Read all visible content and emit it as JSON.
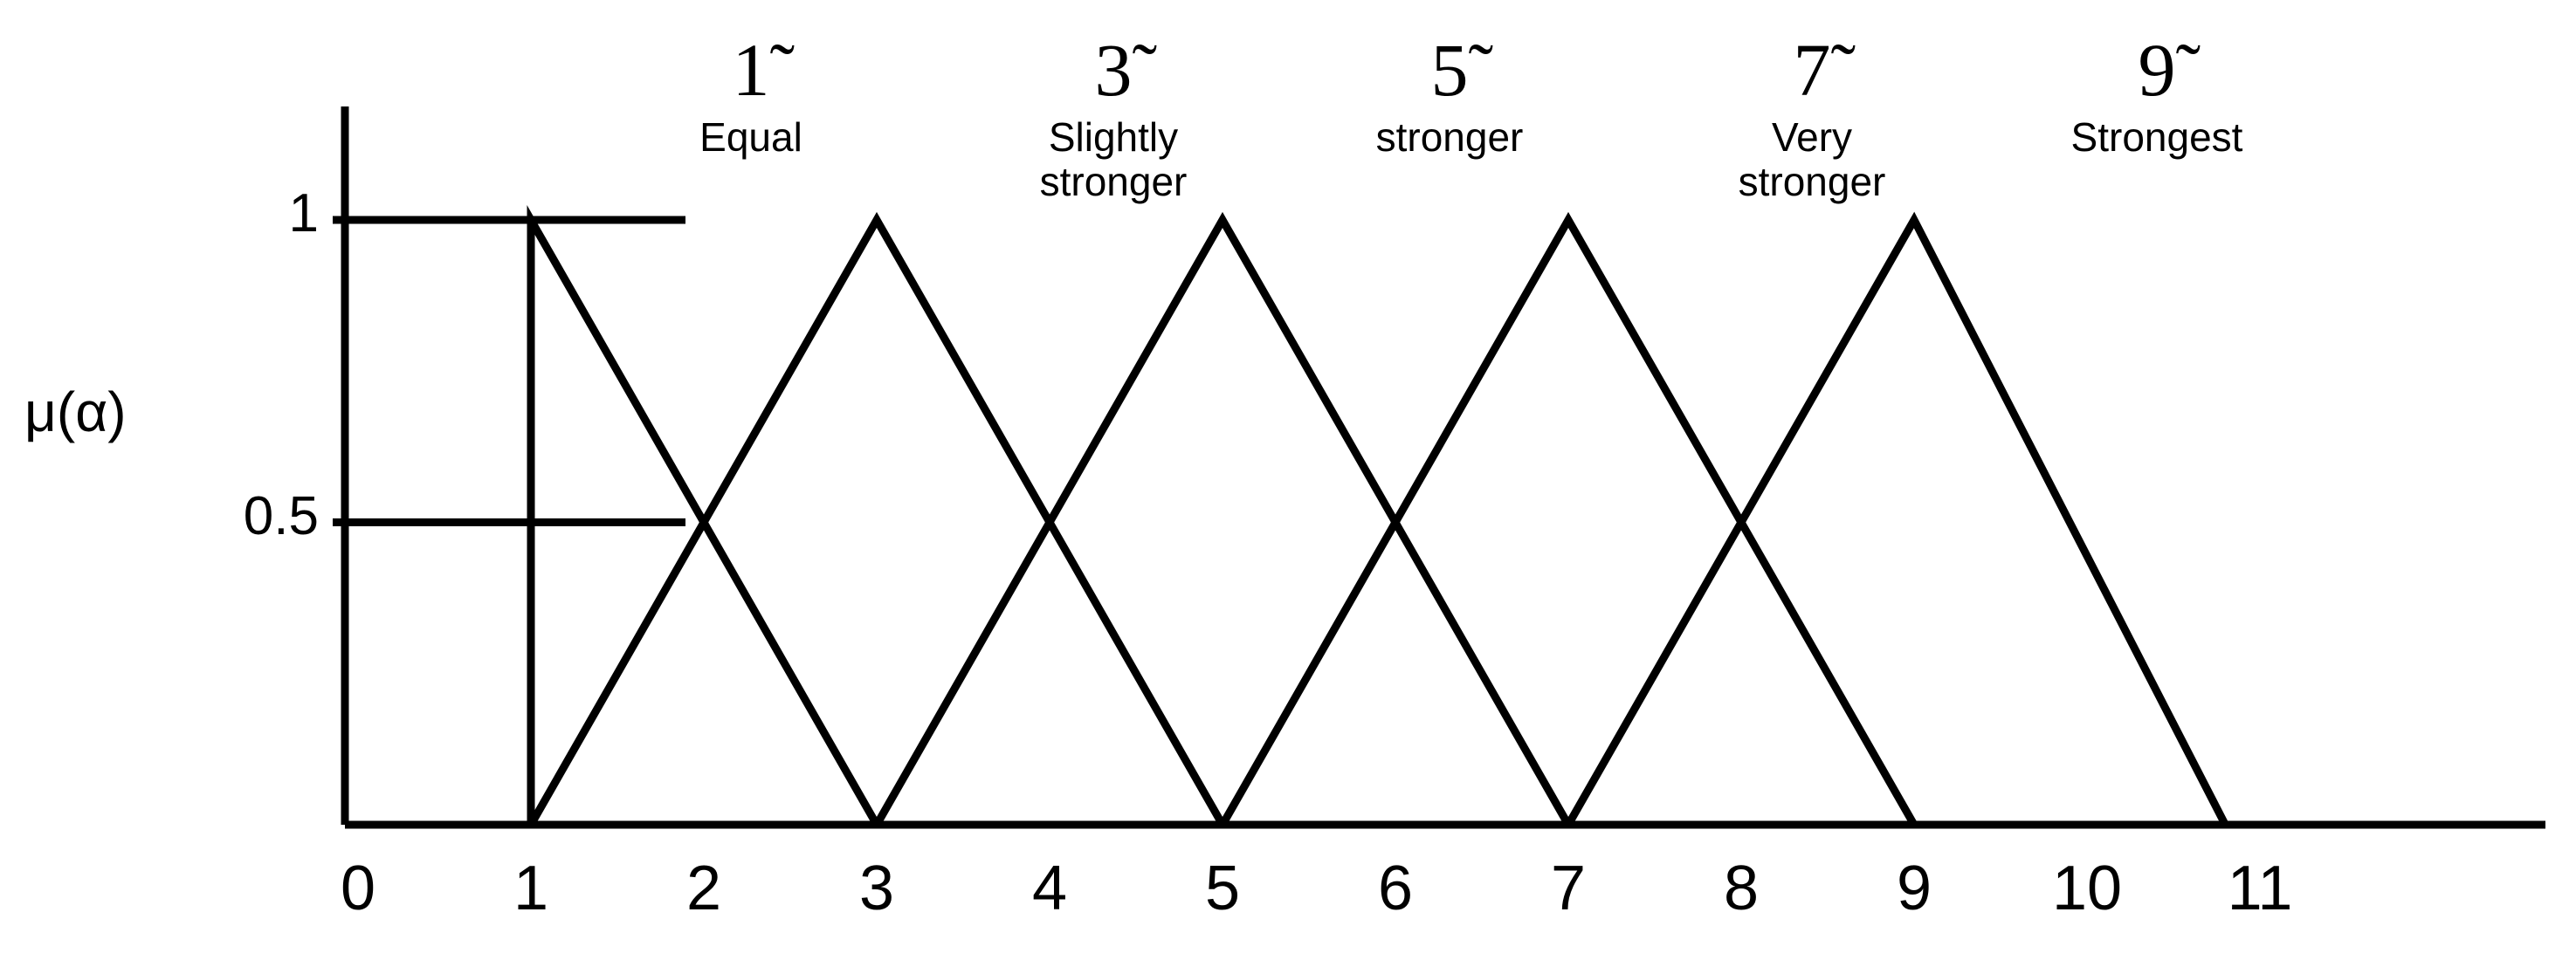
{
  "figure": {
    "background": "#ffffff",
    "ink": "#000000",
    "y_axis_title": "μ(α)"
  },
  "chart_data": {
    "type": "line",
    "title": "",
    "subtitle": "",
    "xlabel": "",
    "ylabel": "μ(α)",
    "xlim": [
      0,
      11.65
    ],
    "ylim": [
      0,
      1.17
    ],
    "grid": false,
    "legend_position": "above-plot",
    "x_ticks": [
      0,
      1,
      2,
      3,
      4,
      5,
      6,
      7,
      8,
      9,
      10,
      11
    ],
    "x_tick_labels": [
      "0",
      "1",
      "2",
      "3",
      "4",
      "5",
      "6",
      "7",
      "8",
      "9",
      "10",
      "11"
    ],
    "y_ticks": [
      0.5,
      1
    ],
    "y_tick_labels": [
      "0.5",
      "1"
    ],
    "y_gridline_values": [
      1,
      0.5
    ],
    "annotations": [
      {
        "fuzzy_symbol": "1̃",
        "description": "Equal",
        "x": 1
      },
      {
        "fuzzy_symbol": "3̃",
        "description": "Slightly\nstronger",
        "x": 3
      },
      {
        "fuzzy_symbol": "5̃",
        "description": "stronger",
        "x": 5
      },
      {
        "fuzzy_symbol": "7̃",
        "description": "Very\nstronger",
        "x": 7
      },
      {
        "fuzzy_symbol": "9̃",
        "description": "Strongest",
        "x": 9
      }
    ],
    "series": [
      {
        "name": "1̃ Equal",
        "shape": "right-triangle",
        "points": [
          [
            1,
            0
          ],
          [
            1,
            1
          ],
          [
            3,
            0
          ]
        ],
        "peak_x": 1,
        "support": [
          1,
          3
        ]
      },
      {
        "name": "3̃ Slightly stronger",
        "shape": "triangle",
        "points": [
          [
            1,
            0
          ],
          [
            3,
            1
          ],
          [
            5,
            0
          ]
        ],
        "peak_x": 3,
        "support": [
          1,
          5
        ]
      },
      {
        "name": "5̃ stronger",
        "shape": "triangle",
        "points": [
          [
            3,
            0
          ],
          [
            5,
            1
          ],
          [
            7,
            0
          ]
        ],
        "peak_x": 5,
        "support": [
          3,
          7
        ]
      },
      {
        "name": "7̃ Very stronger",
        "shape": "triangle",
        "points": [
          [
            5,
            0
          ],
          [
            7,
            1
          ],
          [
            9,
            0
          ]
        ],
        "peak_x": 7,
        "support": [
          5,
          9
        ]
      },
      {
        "name": "9̃ Strongest",
        "shape": "triangle",
        "points": [
          [
            7,
            0
          ],
          [
            9,
            1
          ],
          [
            10.8,
            0
          ]
        ],
        "peak_x": 9,
        "support": [
          7,
          10.8
        ]
      }
    ]
  },
  "headers": [
    {
      "symbol": "1̃",
      "label": "Equal"
    },
    {
      "symbol": "3̃",
      "label": "Slightly\nstronger"
    },
    {
      "symbol": "5̃",
      "label": "stronger"
    },
    {
      "symbol": "7̃",
      "label": "Very\nstronger"
    },
    {
      "symbol": "9̃",
      "label": "Strongest"
    }
  ],
  "y_axis": {
    "title": "μ(α)",
    "labels": [
      "1",
      "0.5"
    ]
  },
  "x_axis": {
    "labels": [
      "0",
      "1",
      "2",
      "3",
      "4",
      "5",
      "6",
      "7",
      "8",
      "9",
      "10",
      "11"
    ]
  }
}
